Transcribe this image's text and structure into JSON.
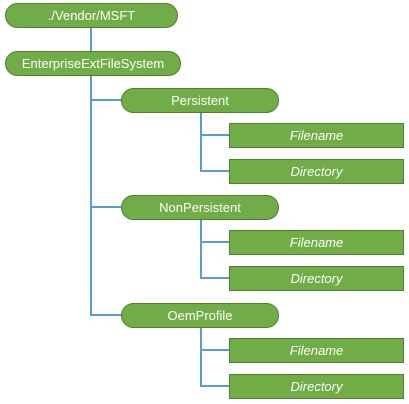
{
  "diagram": {
    "root": {
      "label": "./Vendor/MSFT"
    },
    "csp": {
      "label": "EnterpriseExtFileSystem"
    },
    "groups": [
      {
        "label": "Persistent",
        "children": [
          {
            "label": "Filename"
          },
          {
            "label": "Directory"
          }
        ]
      },
      {
        "label": "NonPersistent",
        "children": [
          {
            "label": "Filename"
          },
          {
            "label": "Directory"
          }
        ]
      },
      {
        "label": "OemProfile",
        "children": [
          {
            "label": "Filename"
          },
          {
            "label": "Directory"
          }
        ]
      }
    ]
  },
  "colors": {
    "node_fill": "#70ad47",
    "node_border": "#507e32",
    "connector": "#5b9bd5",
    "text": "#ffffff"
  }
}
